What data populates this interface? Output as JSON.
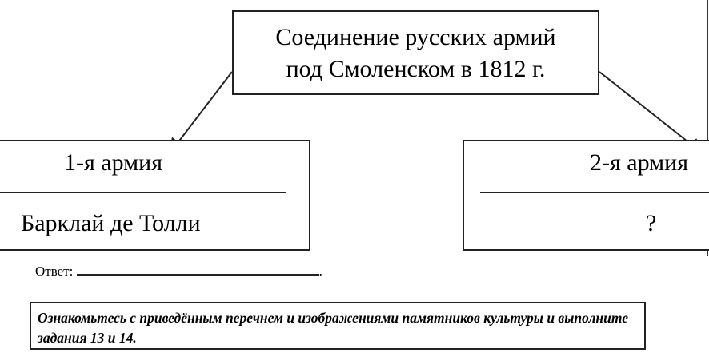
{
  "top": {
    "line1": "Соединение русских армий",
    "line2": "под Смоленском в 1812 г."
  },
  "left": {
    "title": "1-я армия",
    "value": "Барклай де Толли"
  },
  "right": {
    "title": "2-я армия",
    "value": "?"
  },
  "answer": {
    "label": "Ответ:",
    "end": "."
  },
  "note": {
    "text": "Ознакомьтесь с приведённым перечнем и изображениями памятников культуры и выполните задания 13 и 14."
  }
}
